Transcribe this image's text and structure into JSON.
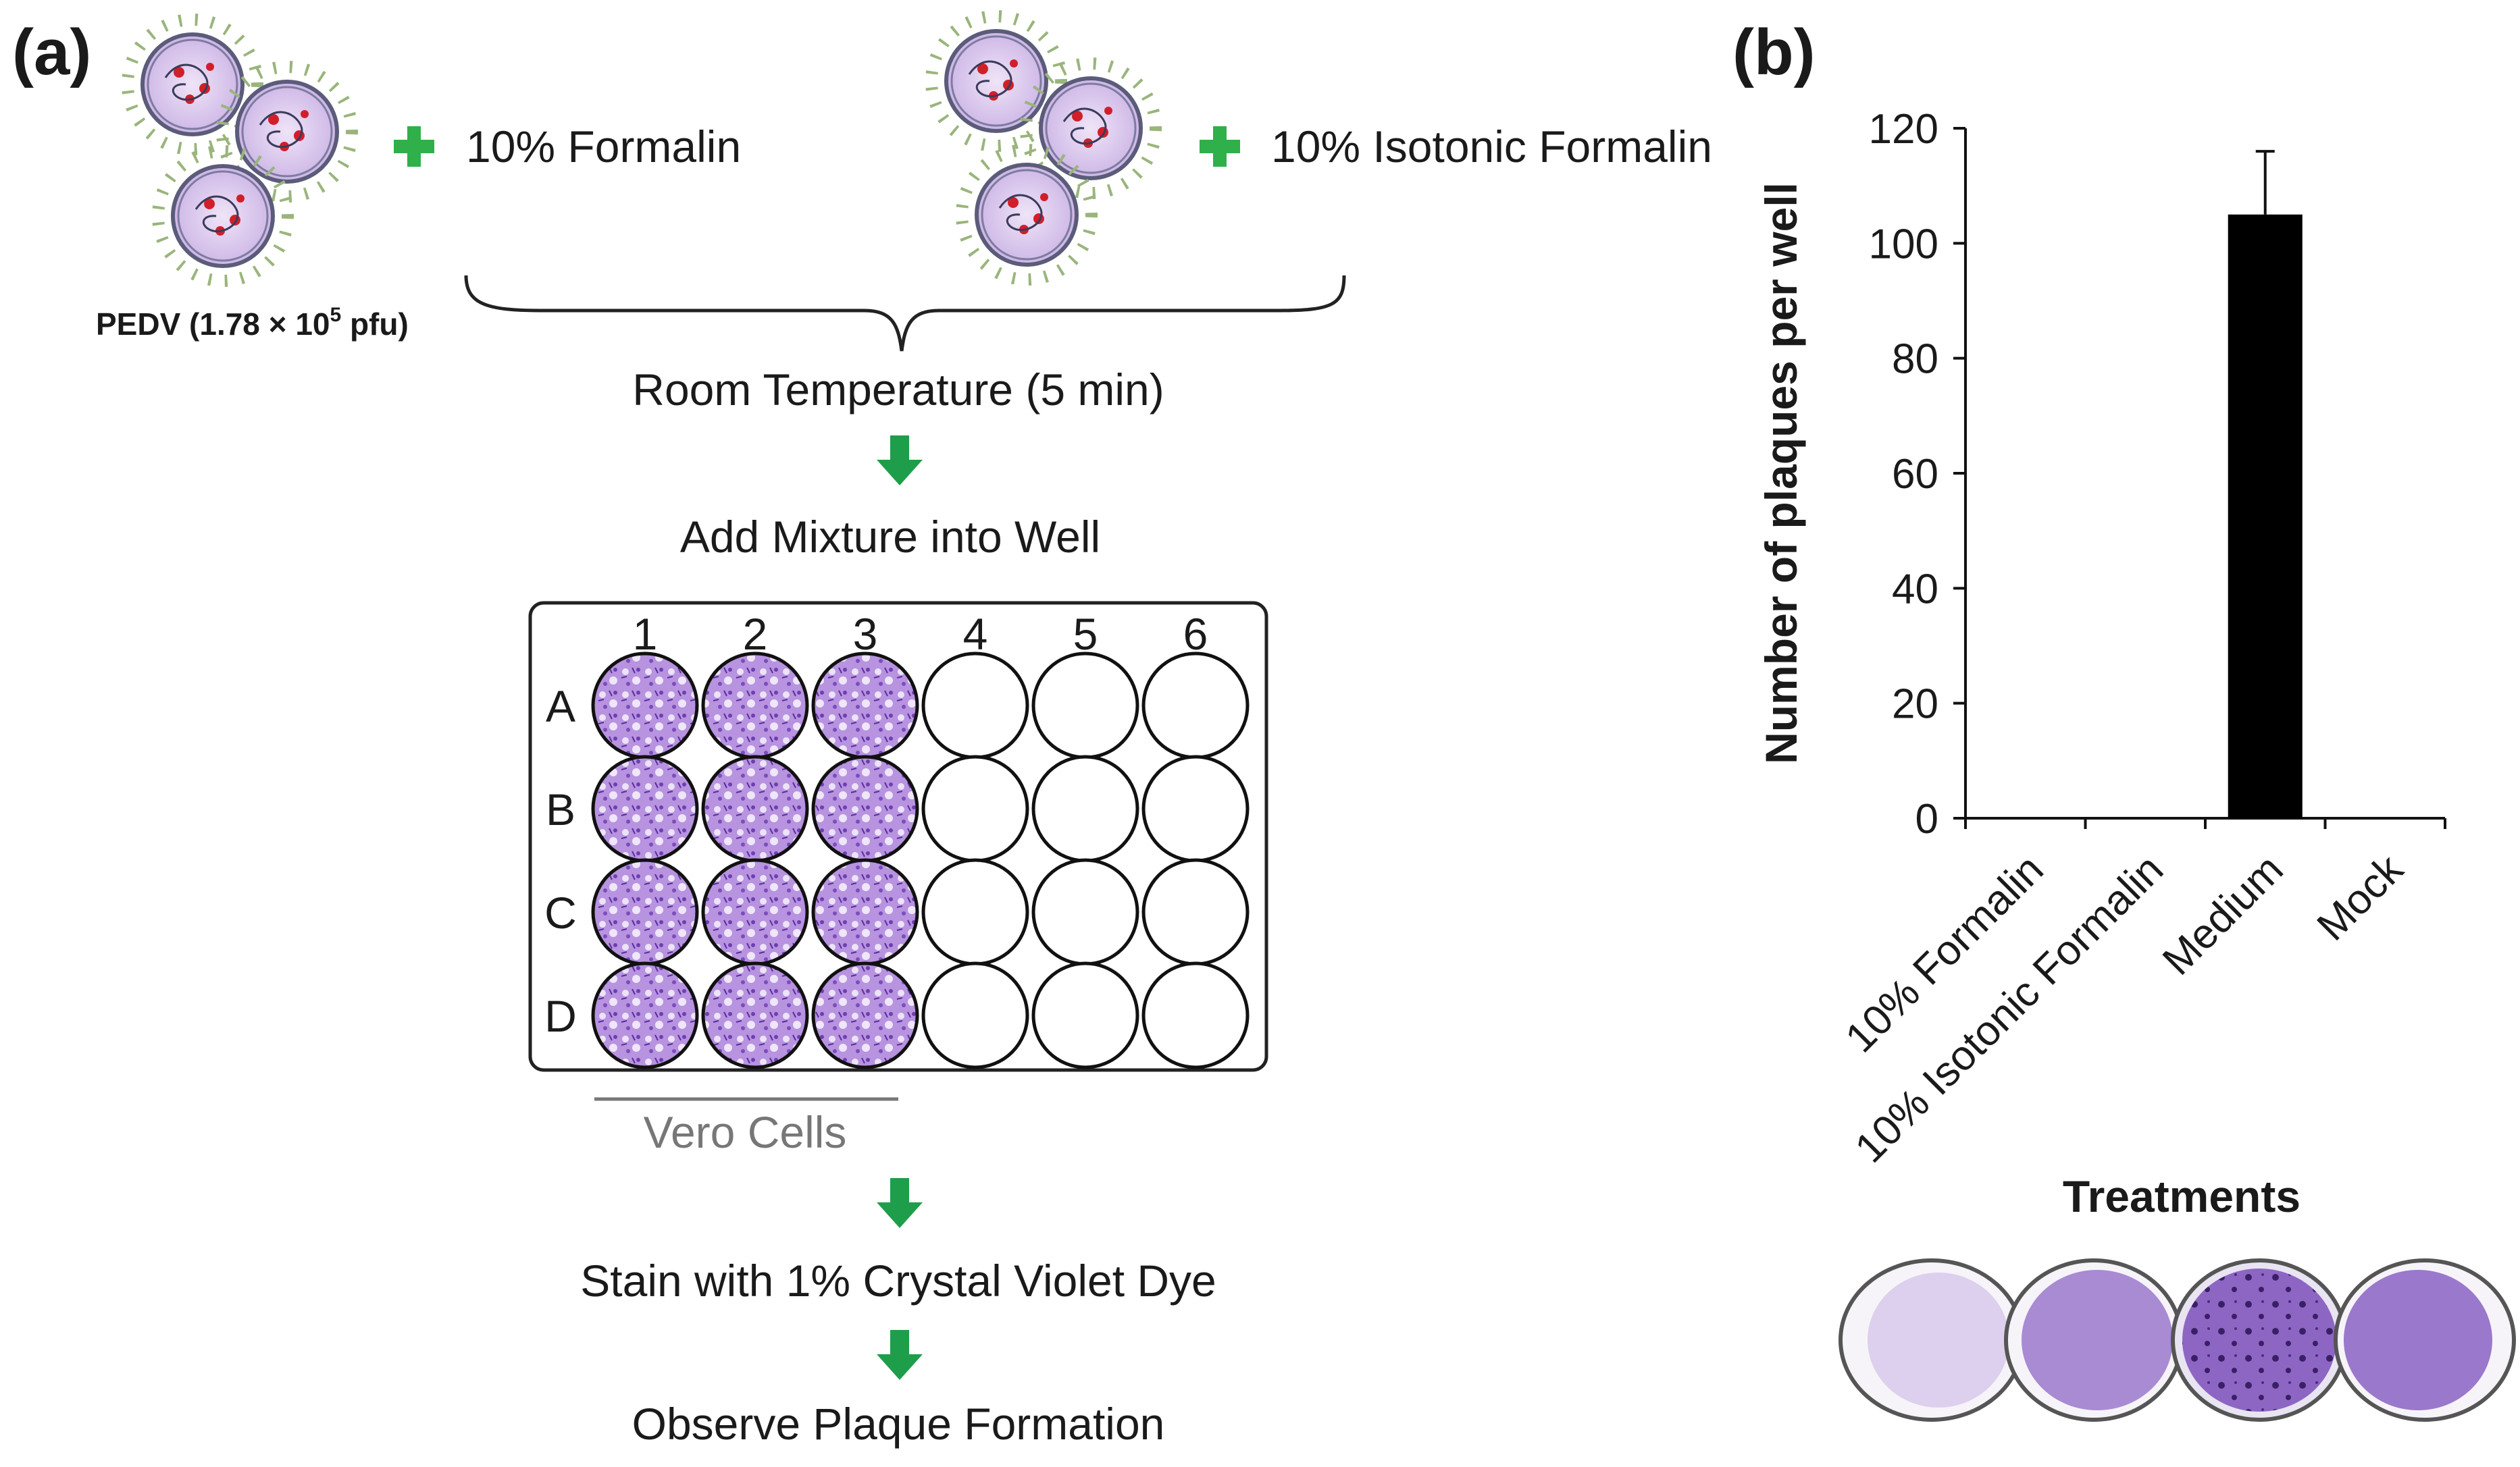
{
  "panel_a": {
    "label": "(a)",
    "virus_label_main": "PEDV (1.78 × 10",
    "virus_label_exp": "5",
    "virus_label_tail": " pfu)",
    "reagent_1": "10% Formalin",
    "reagent_2": "10% Isotonic Formalin",
    "step_1": "Room Temperature (5 min)",
    "step_2": "Add Mixture into Well",
    "plate_columns": [
      "1",
      "2",
      "3",
      "4",
      "5",
      "6"
    ],
    "plate_rows": [
      "A",
      "B",
      "C",
      "D"
    ],
    "cells_label": "Vero Cells",
    "step_3": "Stain with 1% Crystal Violet Dye",
    "step_4": "Observe Plaque Formation"
  },
  "panel_b": {
    "label": "(b)",
    "plate_photos_caption": "Treatments"
  },
  "colors": {
    "arrow_green": "#1e9e4a",
    "plus_green": "#2fb04a",
    "stain_violet": "#9a6fd0",
    "bar_black": "#000000"
  },
  "chart_data": {
    "type": "bar",
    "categories": [
      "10% Formalin",
      "10% Isotonic Formalin",
      "Medium",
      "Mock"
    ],
    "values": [
      0,
      0,
      105,
      0
    ],
    "errors": [
      0,
      0,
      11,
      0
    ],
    "ylabel": "Number of plaques per well",
    "xlabel": "Treatments",
    "ylim": [
      0,
      120
    ],
    "yticks": [
      0,
      20,
      40,
      60,
      80,
      100,
      120
    ],
    "grid": false
  }
}
